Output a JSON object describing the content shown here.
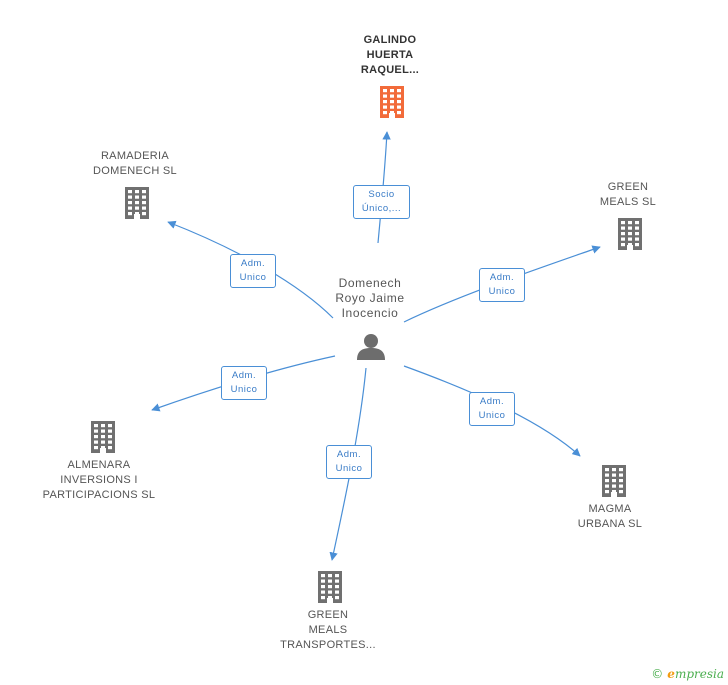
{
  "colors": {
    "line": "#4a8fd6",
    "building": "#707070",
    "building_focus": "#f26b3a",
    "person": "#6d6d6d"
  },
  "center": {
    "name": "Domenech\nRoyo Jaime\nInocencio",
    "icon": "person-icon"
  },
  "nodes": [
    {
      "id": "galindo",
      "name": "GALINDO\nHUERTA\nRAQUEL...",
      "focus": true,
      "icon": "building-icon",
      "role": "Socio\nÚnico,..."
    },
    {
      "id": "ramaderia",
      "name": "RAMADERIA\nDOMENECH SL",
      "icon": "building-icon",
      "role": "Adm.\nUnico"
    },
    {
      "id": "green_meals",
      "name": "GREEN\nMEALS SL",
      "icon": "building-icon",
      "role": "Adm.\nUnico"
    },
    {
      "id": "almenara",
      "name": "ALMENARA\nINVERSIONS I\nPARTICIPACIONS SL",
      "icon": "building-icon",
      "role": "Adm.\nUnico"
    },
    {
      "id": "magma",
      "name": "MAGMA\nURBANA SL",
      "icon": "building-icon",
      "role": "Adm.\nUnico"
    },
    {
      "id": "green_transportes",
      "name": "GREEN\nMEALS\nTRANSPORTES...",
      "icon": "building-icon",
      "role": "Adm.\nUnico"
    }
  ],
  "footer": {
    "copyright": "©",
    "brand_initial": "e",
    "brand_rest": "mpresia"
  }
}
